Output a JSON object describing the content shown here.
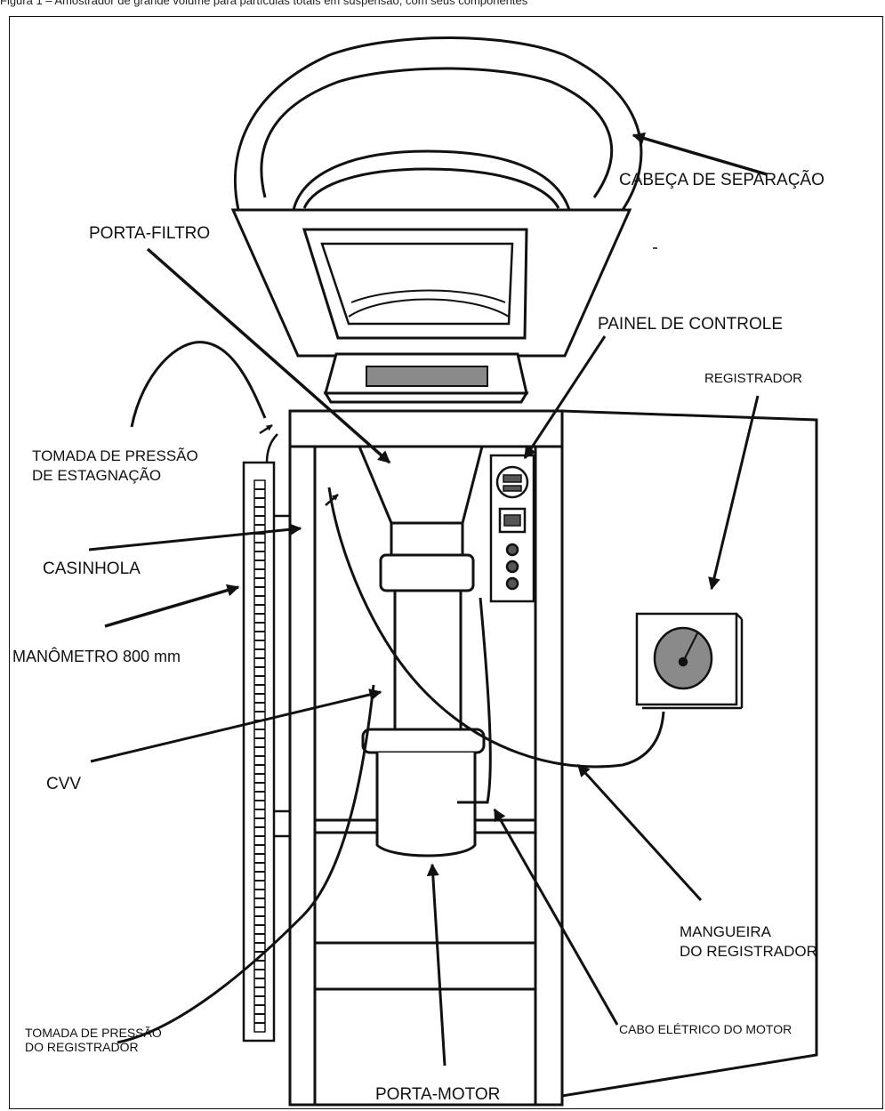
{
  "caption": "Figura 1 – Amostrador de grande volume para partículas totais em suspensão, com seus componentes",
  "labels": {
    "cabeca": "CABEÇA DE SEPARAÇÃO",
    "porta_filtro": "PORTA-FILTRO",
    "painel": "PAINEL DE CONTROLE",
    "registrador": "REGISTRADOR",
    "tomada_estag_1": "TOMADA DE PRESSÃO",
    "tomada_estag_2": "DE ESTAGNAÇÃO",
    "casinhola": "CASINHOLA",
    "manometro": "MANÔMETRO 800 mm",
    "cvv": "CVV",
    "tomada_reg_1": "TOMADA DE PRESSÃO",
    "tomada_reg_2": "DO REGISTRADOR",
    "mangueira_1": "MANGUEIRA",
    "mangueira_2": "DO REGISTRADOR",
    "cabo": "CABO ELÉTRICO DO MOTOR",
    "porta_motor": "PORTA-MOTOR"
  },
  "colors": {
    "ink": "#111111",
    "gray_fill": "#8a8a8a",
    "dark_fill": "#555555"
  }
}
